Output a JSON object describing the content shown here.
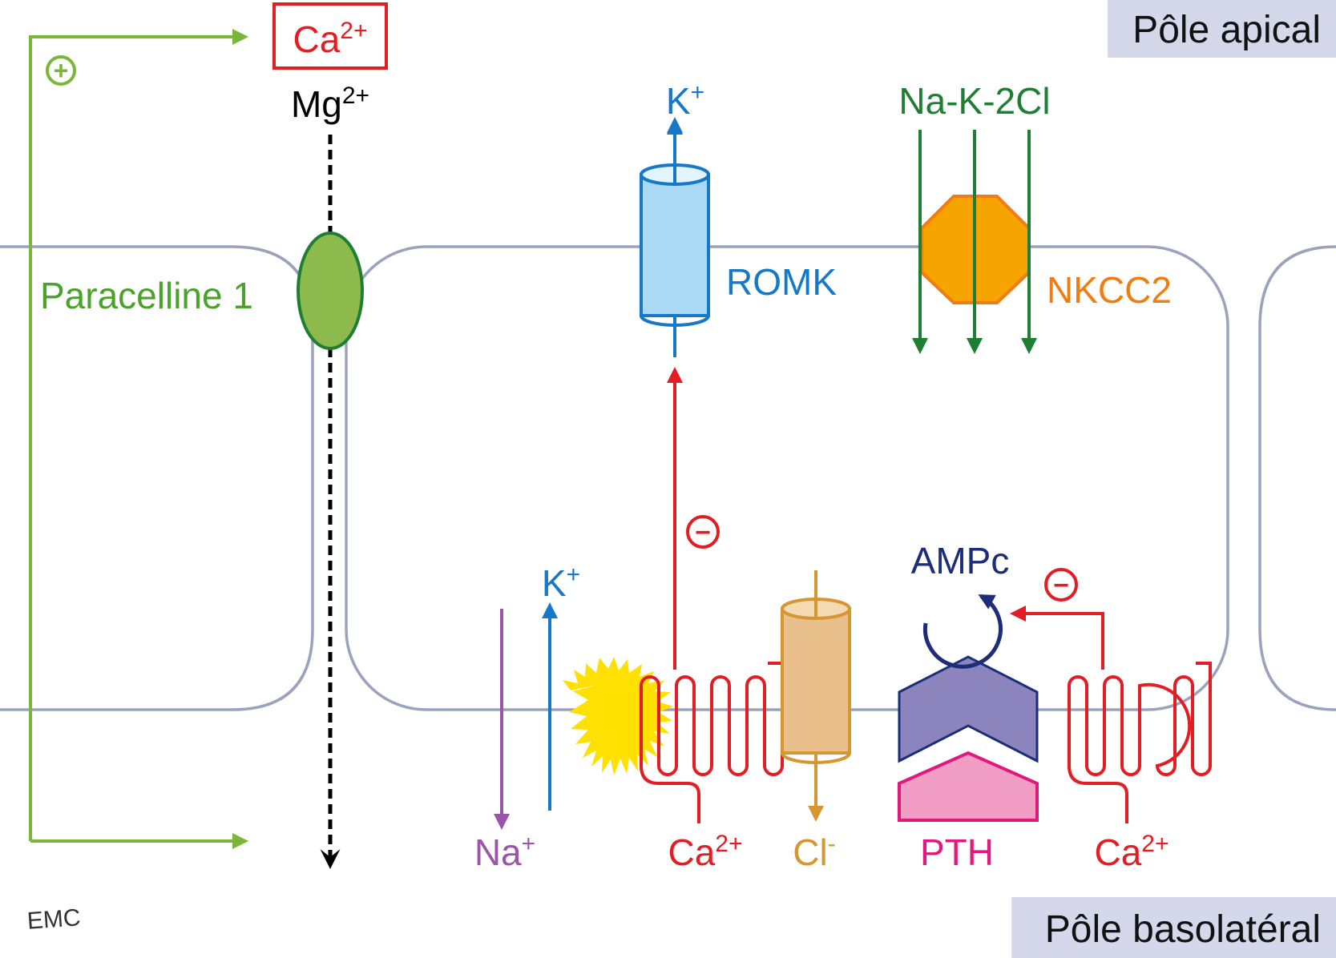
{
  "poles": {
    "apical": "Pôle apical",
    "basolateral": "Pôle basolatéral"
  },
  "apical_ions": {
    "ca": {
      "base": "Ca",
      "charge": "2+"
    },
    "mg": {
      "base": "Mg",
      "charge": "2+"
    }
  },
  "paracellular": {
    "label": "Paracelline 1",
    "stimulation_sign": "+"
  },
  "romk": {
    "label": "ROMK",
    "ion": {
      "base": "K",
      "charge": "+"
    }
  },
  "nkcc2": {
    "label": "NKCC2",
    "ions": "Na-K-2Cl"
  },
  "basolateral": {
    "na": {
      "base": "Na",
      "charge": "+"
    },
    "k": {
      "base": "K",
      "charge": "+"
    },
    "casr1_ca": {
      "base": "Ca",
      "charge": "2+"
    },
    "cl": {
      "base": "Cl",
      "charge": "-"
    },
    "pth": "PTH",
    "ampc": "AMPc",
    "casr2_ca": {
      "base": "Ca",
      "charge": "2+"
    },
    "inhibition_sign": "−"
  },
  "logo": "EMC",
  "colors": {
    "membrane": "#9aa2be",
    "pole_bg": "#d4d8ea",
    "green_light": "#7ab63a",
    "green_text": "#4aa22a",
    "green_dark": "#1e7e34",
    "paracelline_fill": "#8dba4c",
    "red": "#e21d23",
    "blue": "#1678c8",
    "romk_fill": "#a9d9f5",
    "nkcc2_fill": "#f5a400",
    "nkcc2_stroke": "#ef7d13",
    "purple": "#9a55a8",
    "yellow": "#ffe000",
    "cl_fill": "#e9c08c",
    "cl_stroke": "#d69632",
    "pth_violet": "#8c84bc",
    "pth_dark": "#1c2d7a",
    "pink": "#e2197d",
    "pink_fill": "#f29ec4"
  }
}
